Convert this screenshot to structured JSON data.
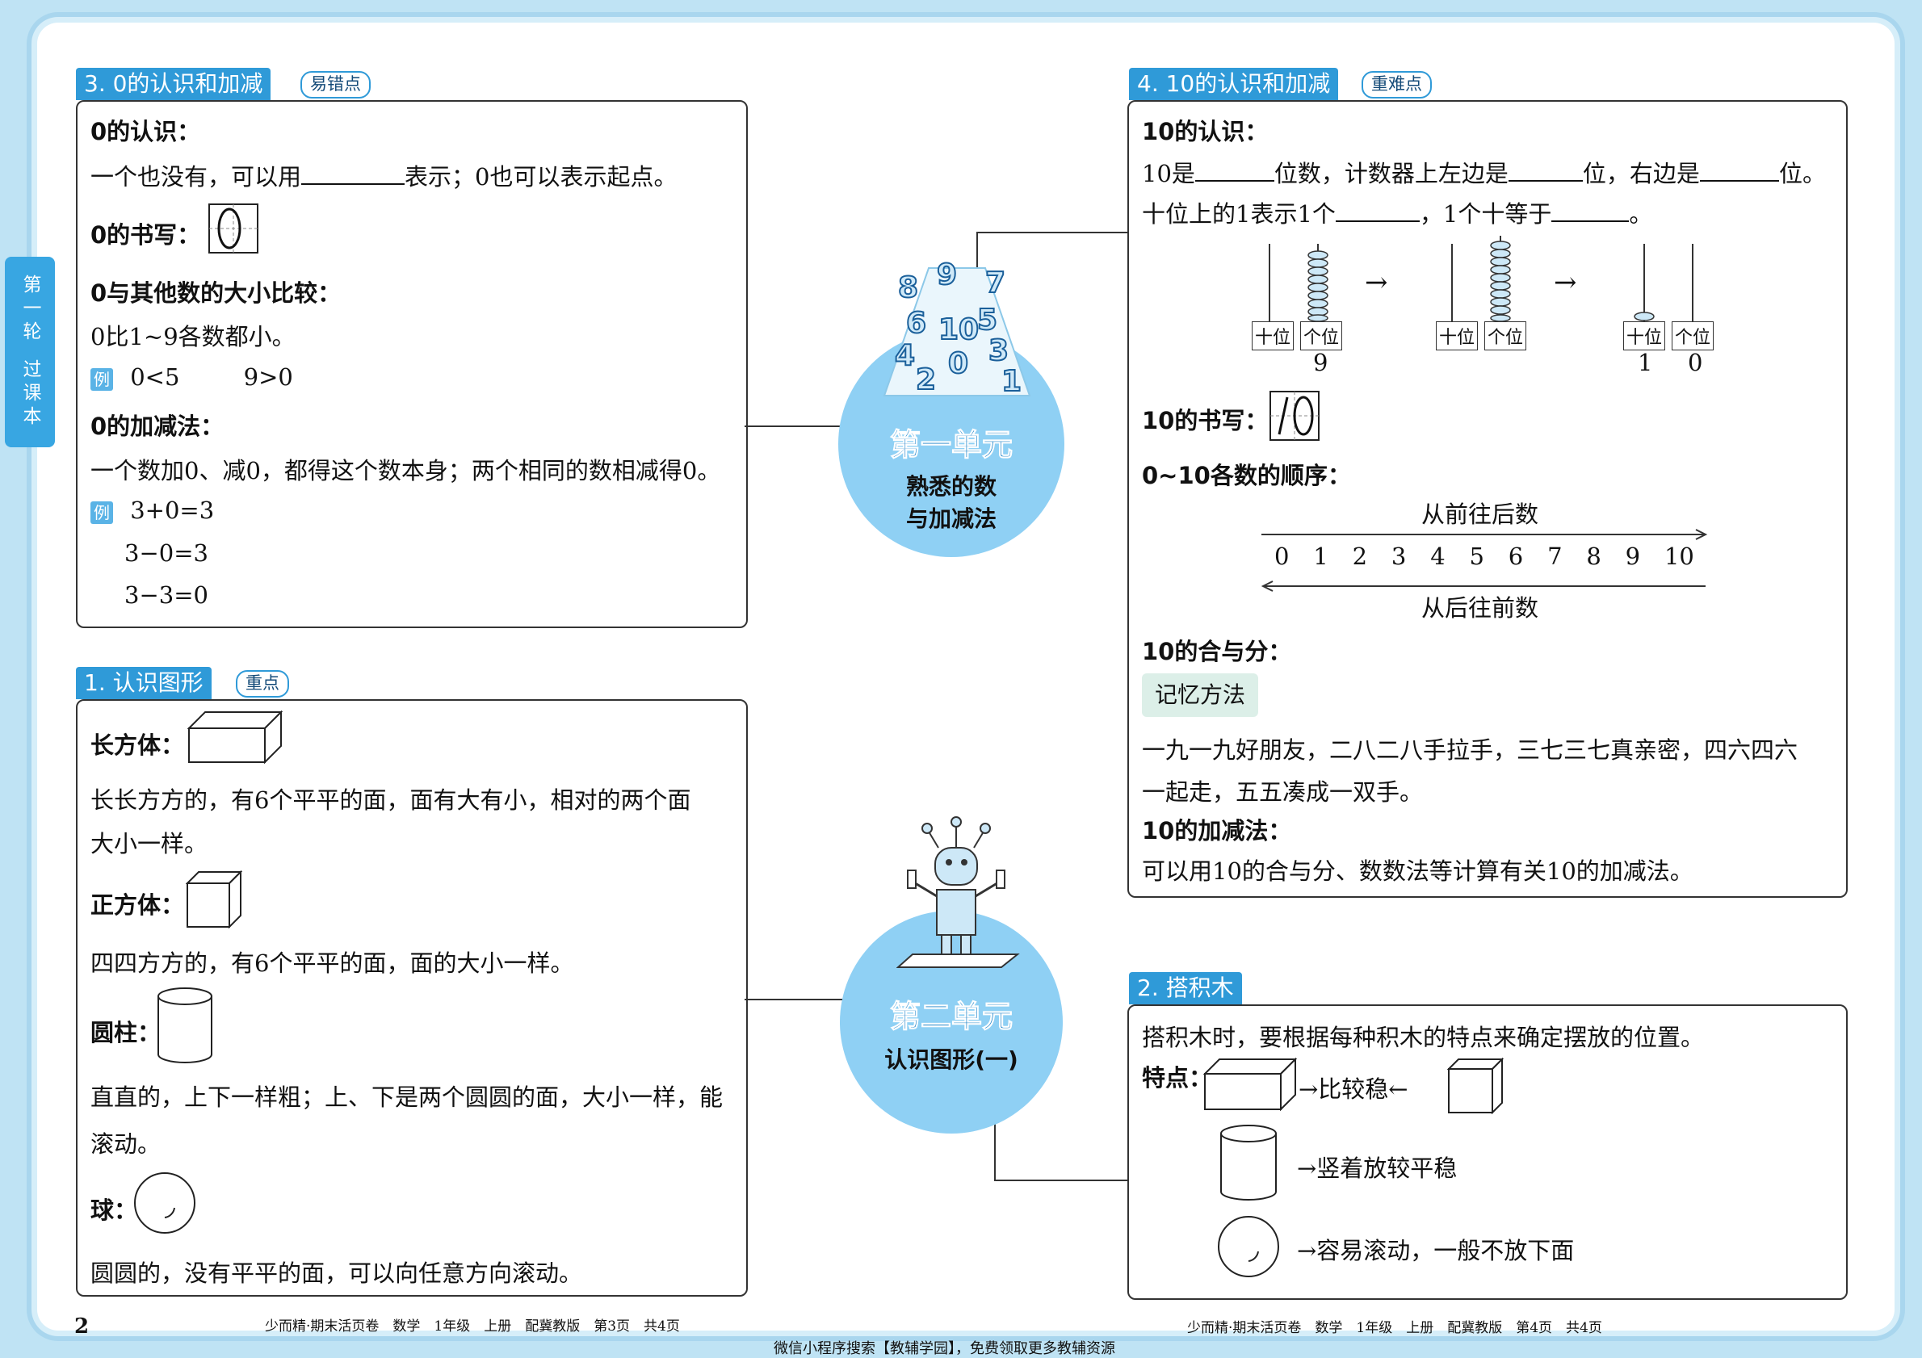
{
  "sidebar": {
    "round": "第一轮",
    "book": "过课本"
  },
  "left": {
    "sec3": {
      "title": "3. 0的认识和加减",
      "tag": "易错点",
      "h1": "0的认识：",
      "l1a": "一个也没有，可以用",
      "l1b": "表示；0也可以表示起点。",
      "h2": "0的书写：",
      "h3": "0与其他数的大小比较：",
      "l3": "0比1~9各数都小。",
      "li_mark": "例",
      "ex1": "0<5",
      "ex2": "9>0",
      "h4": "0的加减法：",
      "l4": "一个数加0、减0，都得这个数本身；两个相同的数相减得0。",
      "eq1": "3+0=3",
      "eq2": "3−0=3",
      "eq3": "3−3=0"
    },
    "sec1": {
      "title": "1. 认识图形",
      "tag": "重点",
      "cuboid": "长方体：",
      "cuboid_desc1": "长长方方的，有6个平平的面，面有大有小，相对的两个面",
      "cuboid_desc2": "大小一样。",
      "cube": "正方体：",
      "cube_desc": "四四方方的，有6个平平的面，面的大小一样。",
      "cylinder": "圆柱：",
      "cyl_desc1": "直直的，上下一样粗；上、下是两个圆圆的面，大小一样，能",
      "cyl_desc2": "滚动。",
      "sphere": "球：",
      "sphere_desc": "圆圆的，没有平平的面，可以向任意方向滚动。"
    }
  },
  "units": {
    "u1": {
      "title": "第一单元",
      "sub1": "熟悉的数",
      "sub2": "与加减法"
    },
    "u2": {
      "title": "第二单元",
      "sub1": "认识图形(一)"
    }
  },
  "right": {
    "sec4": {
      "title": "4. 10的认识和加减",
      "tag": "重难点",
      "h1": "10的认识：",
      "l1a": "10是",
      "l1b": "位数，计数器上左边是",
      "l1c": "位，右边是",
      "l1d": "位。",
      "l2a": "十位上的1表示1个",
      "l2b": "，1个十等于",
      "l2c": "。",
      "abacus_tens": "十位",
      "abacus_ones": "个位",
      "abacus1_val": "9",
      "abacus3_tens_val": "1",
      "abacus3_ones_val": "0",
      "arrow": "→",
      "h2": "10的书写：",
      "h3": "0~10各数的顺序：",
      "forward": "从前往后数",
      "backward": "从后往前数",
      "numbers": [
        "0",
        "1",
        "2",
        "3",
        "4",
        "5",
        "6",
        "7",
        "8",
        "9",
        "10"
      ],
      "h4": "10的合与分：",
      "memo": "记忆方法",
      "rhyme1": "一九一九好朋友，二八二八手拉手，三七三七真亲密，四六四六",
      "rhyme2": "一起走，五五凑成一双手。",
      "h5": "10的加减法：",
      "l5": "可以用10的合与分、数数法等计算有关10的加减法。"
    },
    "sec2": {
      "title": "2. 搭积木",
      "l1": "搭积木时，要根据每种积木的特点来确定摆放的位置。",
      "h1": "特点：",
      "stable": "→比较稳←",
      "cyl_note": "→竖着放较平稳",
      "ball_note": "→容易滚动，一般不放下面"
    }
  },
  "footer": {
    "page_left": "2",
    "left_info": "少而精·期末活页卷　数学　1年级　上册　配冀教版　第3页　共4页",
    "right_info": "少而精·期末活页卷　数学　1年级　上册　配冀教版　第4页　共4页",
    "bottom": "微信小程序搜索【教辅学园】，免费领取更多教辅资源"
  },
  "colors": {
    "accent": "#2f9ad8",
    "circle": "#8fd0f4",
    "bg": "#bfe3f4"
  }
}
